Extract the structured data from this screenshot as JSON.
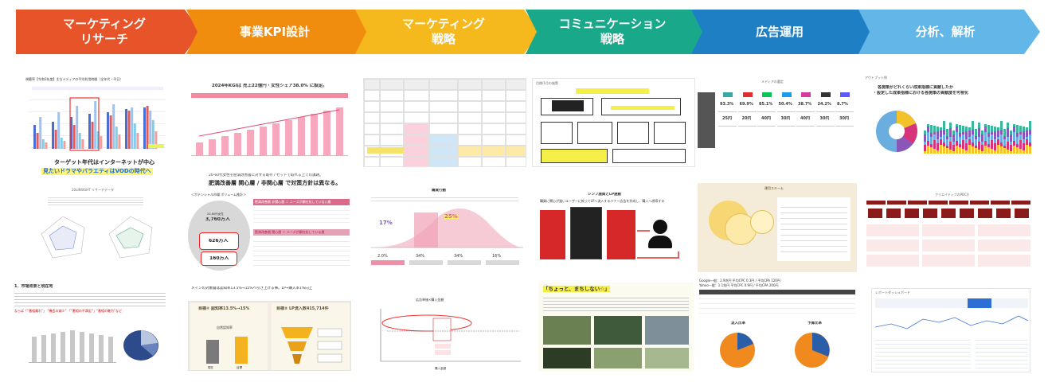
{
  "steps": [
    {
      "l1": "マーケティング",
      "l2": "リサーチ",
      "color": "#E8542A"
    },
    {
      "l1": "事業KPI設計",
      "l2": "",
      "color": "#F08C0E"
    },
    {
      "l1": "マーケティング",
      "l2": "戦略",
      "color": "#F5B91E"
    },
    {
      "l1": "コミュニケーション",
      "l2": "戦略",
      "color": "#1AA88A"
    },
    {
      "l1": "広告運用",
      "l2": "",
      "color": "#1E7FC5"
    },
    {
      "l1": "分析、解析",
      "l2": "",
      "color": "#63B6E8"
    }
  ],
  "c1": {
    "chart_title": "視聴率【令和3年度】主なメディアの平均利用時間（全年代・平日）",
    "caption1": "ターゲット年代はインターネットが中心",
    "caption2": "見たいドラマやバラエティはVODの時代へ",
    "insight_title": "20LINSIGHT リサーチデータ",
    "survey_title": "1．市場背景と現在地",
    "survey_line": "ならば「“番組離れ”」 “機会の減少” 「“番組の不満足”」“番組の魅力”など"
  },
  "c2": {
    "headline": "2024年KGIは 売上22億円・女性シェア38.0% に設定。",
    "mid1": "20-60代女性を肥満改善層に対する既存アセットで取れる上での課題。",
    "mid2": "肥満改善層 関心層 / 非関心層 で対策方針は異なる。",
    "pie_title": "＜ポテンシャル市場 ボリューム推計＞",
    "pie_total_label": "20-60代女性",
    "pie_total": "3,760万人",
    "pie_mid": "626万人",
    "pie_low": "160万人",
    "seg1_title": "肥満改善層 非関心層 ＝ ニーズが顕在化していない層",
    "seg2_title": "肥満改善層 関心層 ＝ ニーズが顕在化している層",
    "bottom_line": "メインの対象層は認知率13.5%→15%へ引き上げる事。LP→購入率1%向上",
    "box_left_title": "目標① 認知率13.5%→15%",
    "box_left_a": "自然認知率",
    "box_right_title": "目標② LP流入数415,714件",
    "box_left_side1": "現在",
    "box_left_side2": "目標"
  },
  "c3": {
    "flow_title": "購買行動",
    "pct1": "17%",
    "pct2": "25%",
    "stats": [
      "2.0%",
      "34%",
      "34%",
      "16%"
    ],
    "bottom_title": "広告単価×購入金額",
    "axis_label": "購入金額"
  },
  "c4": {
    "top_title": "目標/1月の施策",
    "campaign_title": "「ちょっと、まちしない☆」",
    "rf_title": "シンプ施策とLP連動",
    "rf_line": "購買に関心が強いユーザーに絞ってLPへ流入するバナー広告を作成し、購入へ誘導する"
  },
  "c5": {
    "media_title": "メディアの選定",
    "pcts": [
      "93.3%",
      "69.9%",
      "85.1%",
      "50.4%",
      "38.7%",
      "24.2%",
      "8.7%"
    ],
    "prices": [
      "25円",
      "20円",
      "40円",
      "30円",
      "40円",
      "30円",
      "30円"
    ],
    "scheme_title": "運用スキーム",
    "legend1": "Google一般：2.9兆円 平均CPC 0.3円 / 平均CPA 120円",
    "legend2": "Yahoo一般：1.1兆円 平均CPC 0.9円 / 平均CPA 200円",
    "pie1_title": "流入比率",
    "pie2_title": "予算比率"
  },
  "c6": {
    "out_title": "アウトプット例",
    "out_line1": "各施策がどれくらい成果指標に貢献したか",
    "out_line2": "・設定した成果指標における各施策の貢献度を可視化",
    "pdca_title": "クリエイティブのPDCA",
    "dash_title": "レポートダッシュボード"
  }
}
